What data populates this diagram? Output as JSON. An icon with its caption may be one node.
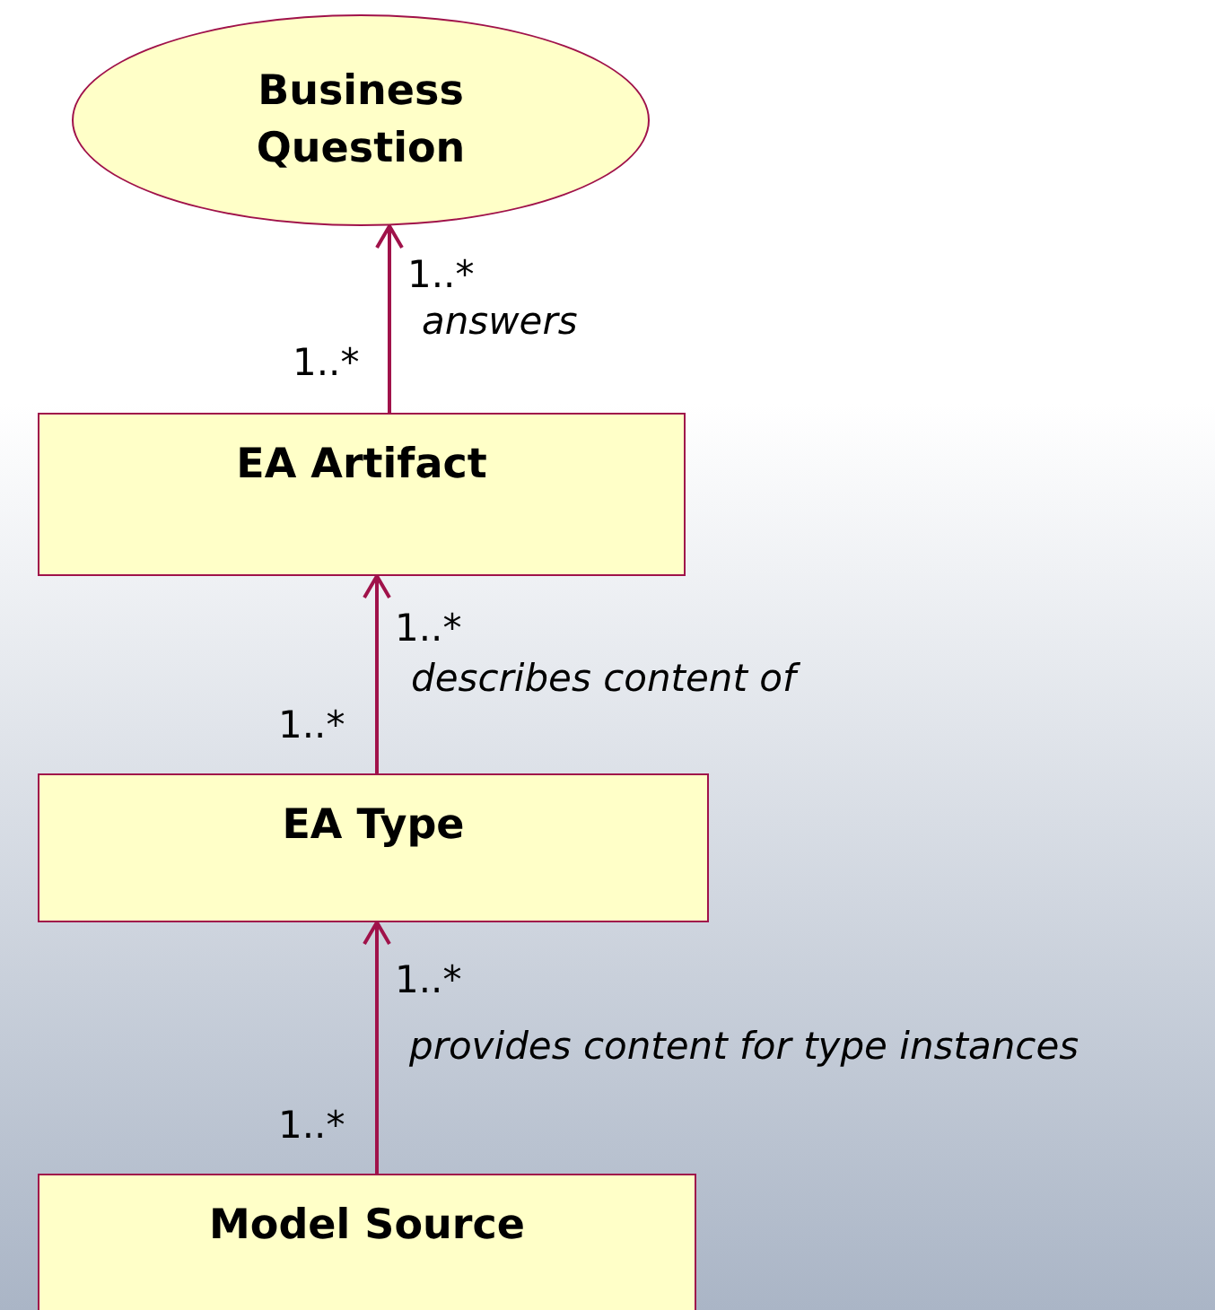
{
  "diagram": {
    "nodes": [
      {
        "text": [
          "Business Question"
        ]
      },
      {
        "text": [
          "EA Artifact"
        ]
      },
      {
        "text": [
          "EA Type"
        ]
      },
      {
        "text": [
          "Model Source"
        ]
      }
    ],
    "edges": [
      {
        "from": 1,
        "to": 0,
        "arrow": "to",
        "label": "answers"
      },
      {
        "from": 2,
        "to": 1,
        "arrow": "to",
        "label": "describes content of"
      },
      {
        "from": 3,
        "to": 2,
        "arrow": "to",
        "label": "provides content for type instances"
      }
    ],
    "labels": [
      "1..*",
      "1..*",
      "1..*",
      "1..*",
      "1..*",
      "1..*"
    ]
  }
}
